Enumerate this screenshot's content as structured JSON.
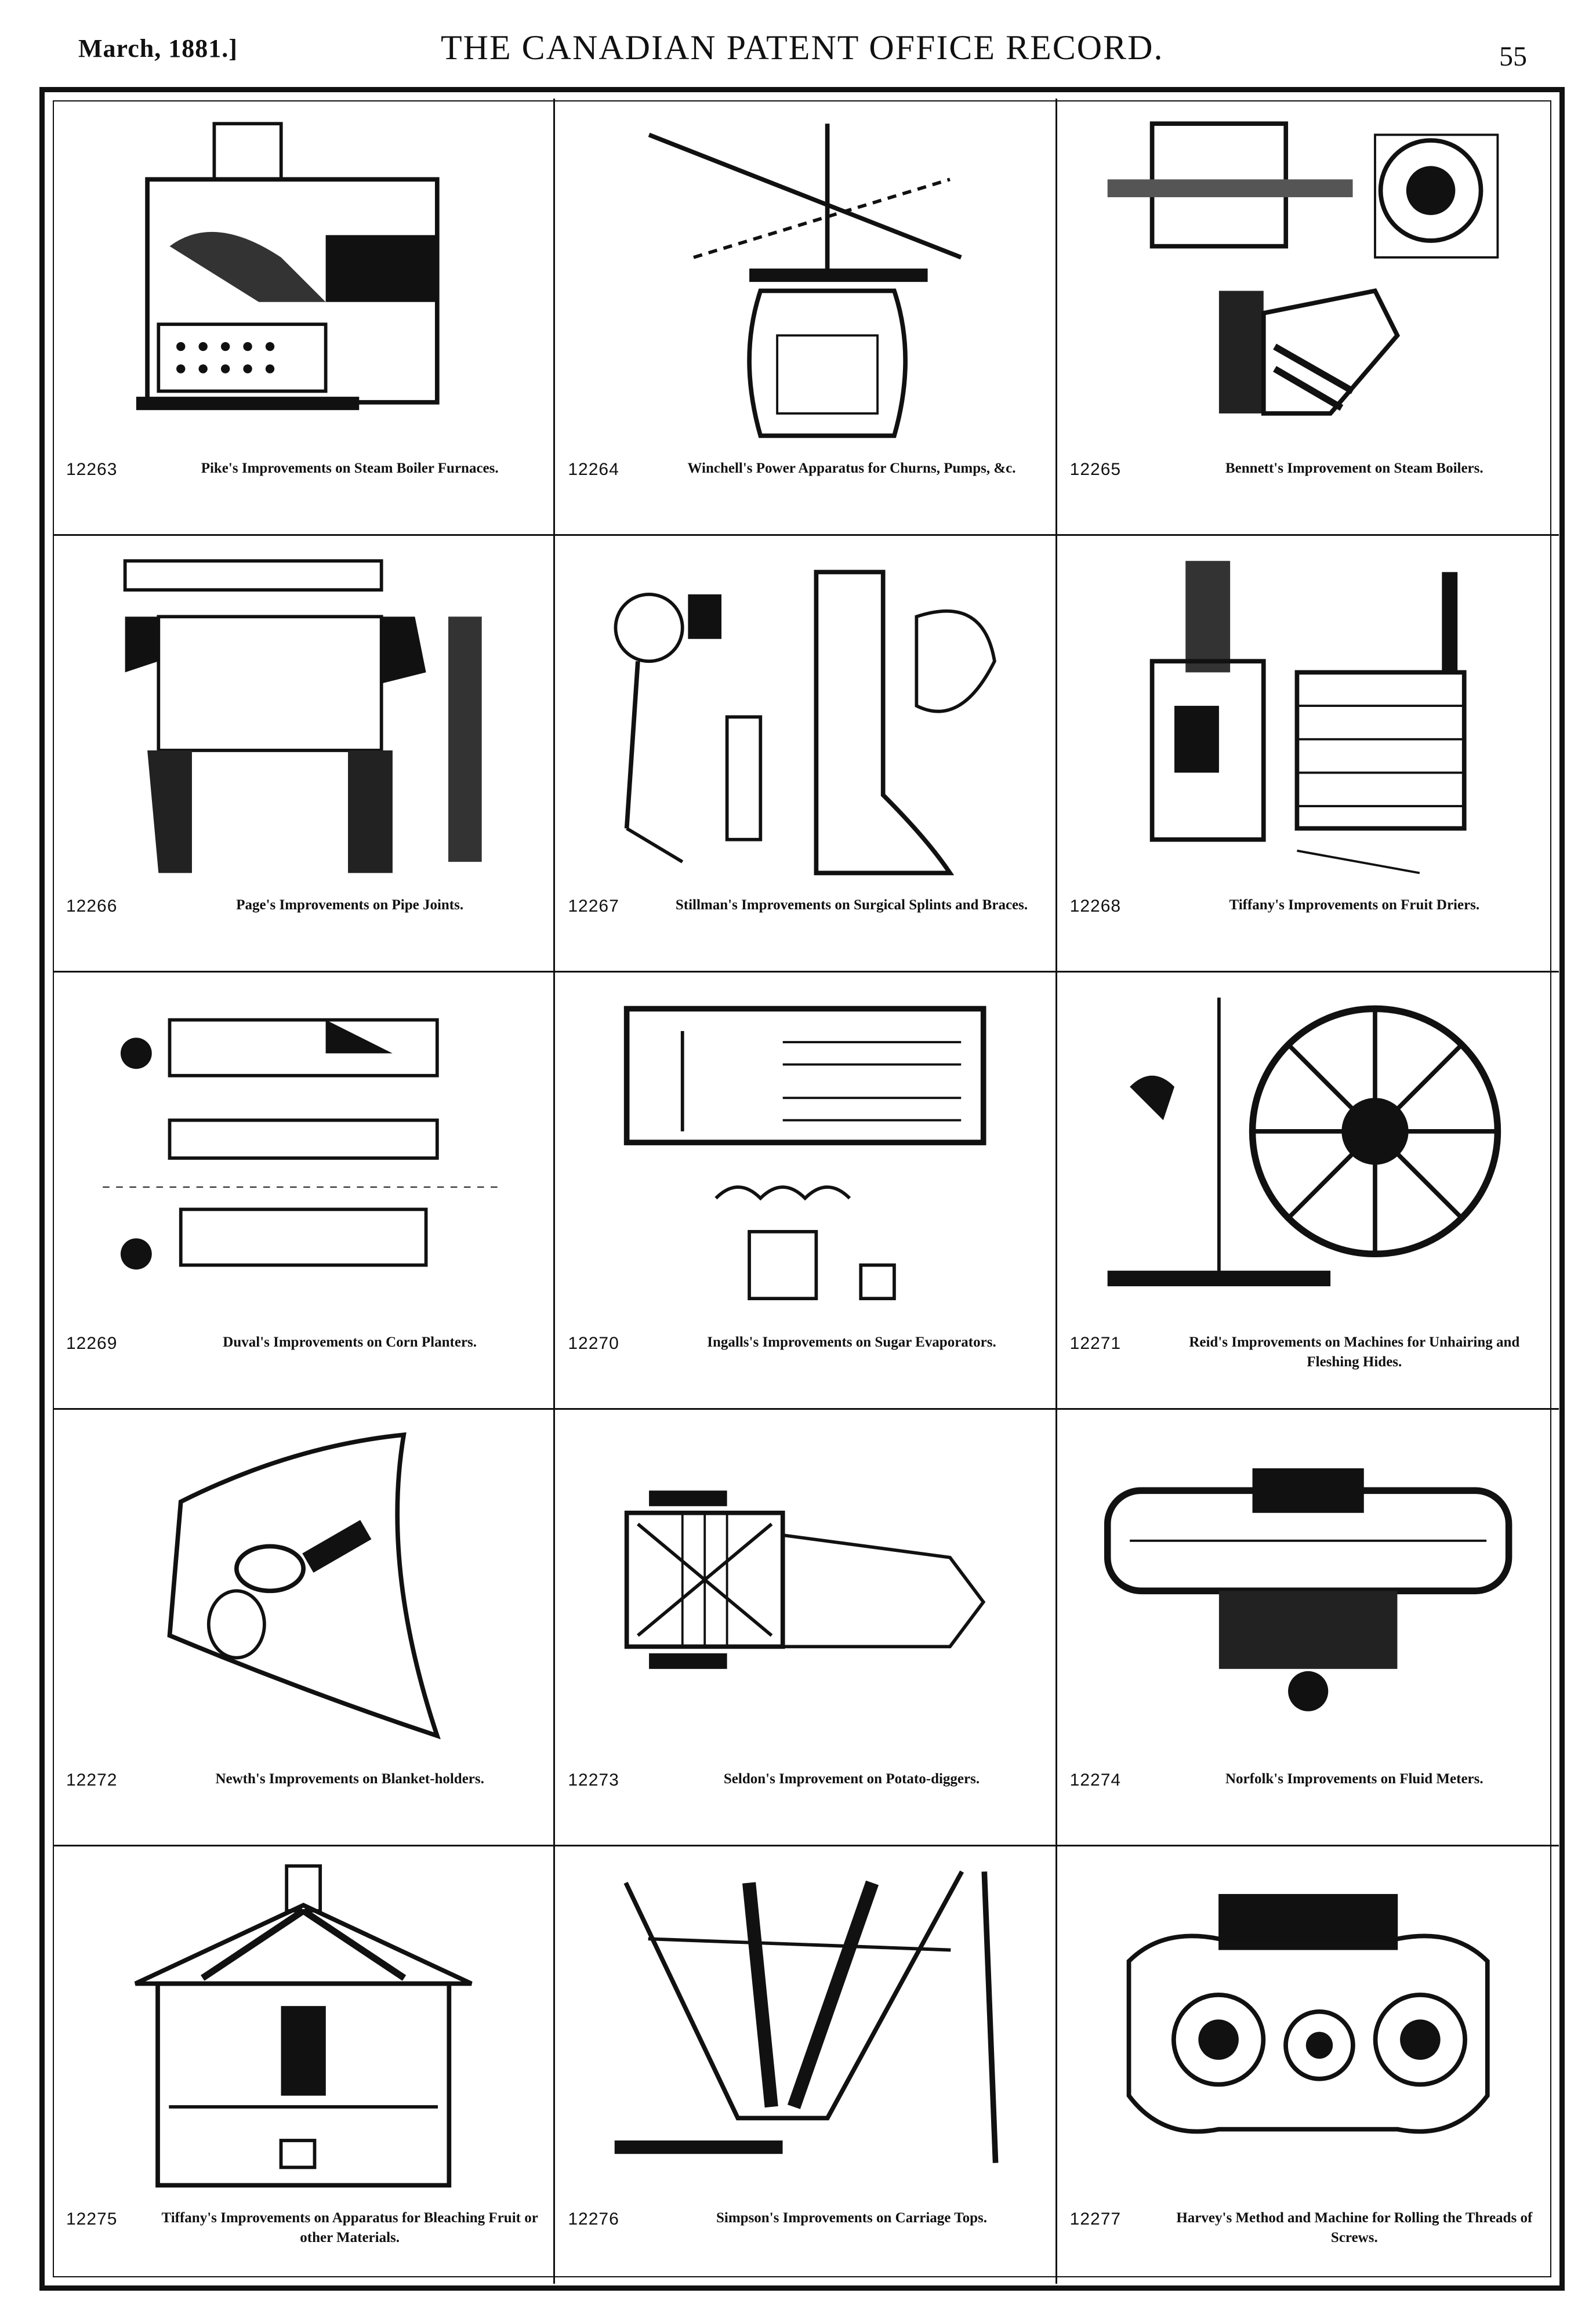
{
  "header": {
    "date": "March, 1881.]",
    "title": "THE CANADIAN PATENT OFFICE RECORD.",
    "page_number": "55"
  },
  "patents": [
    {
      "number": "12263",
      "title": "Pike's Improvements on Steam Boiler Furnaces.",
      "figure": "steam-boiler-furnace-drawing"
    },
    {
      "number": "12264",
      "title": "Winchell's Power Apparatus for Churns, Pumps, &c.",
      "figure": "churn-power-apparatus-drawing"
    },
    {
      "number": "12265",
      "title": "Bennett's Improvement on Steam Boilers.",
      "figure": "steam-boiler-drawing"
    },
    {
      "number": "12266",
      "title": "Page's Improvements on Pipe Joints.",
      "figure": "pipe-joint-drawing"
    },
    {
      "number": "12267",
      "title": "Stillman's Improvements on Surgical Splints and Braces.",
      "figure": "surgical-splint-drawing"
    },
    {
      "number": "12268",
      "title": "Tiffany's Improvements on Fruit Driers.",
      "figure": "fruit-drier-drawing"
    },
    {
      "number": "12269",
      "title": "Duval's Improvements on Corn Planters.",
      "figure": "corn-planter-drawing"
    },
    {
      "number": "12270",
      "title": "Ingalls's Improvements on Sugar Evaporators.",
      "figure": "sugar-evaporator-drawing"
    },
    {
      "number": "12271",
      "title": "Reid's Improvements on Machines for Unhairing and Fleshing Hides.",
      "figure": "hide-machine-drawing"
    },
    {
      "number": "12272",
      "title": "Newth's Improvements on Blanket-holders.",
      "figure": "blanket-holder-drawing"
    },
    {
      "number": "12273",
      "title": "Seldon's Improvement on Potato-diggers.",
      "figure": "potato-digger-drawing"
    },
    {
      "number": "12274",
      "title": "Norfolk's Improvements on Fluid Meters.",
      "figure": "fluid-meter-drawing"
    },
    {
      "number": "12275",
      "title": "Tiffany's Improvements on Apparatus for Bleaching Fruit or other Materials.",
      "figure": "bleaching-apparatus-drawing"
    },
    {
      "number": "12276",
      "title": "Simpson's Improvements on Carriage Tops.",
      "figure": "carriage-top-drawing"
    },
    {
      "number": "12277",
      "title": "Harvey's Method and Machine for Rolling the Threads of Screws.",
      "figure": "screw-rolling-machine-drawing"
    }
  ]
}
